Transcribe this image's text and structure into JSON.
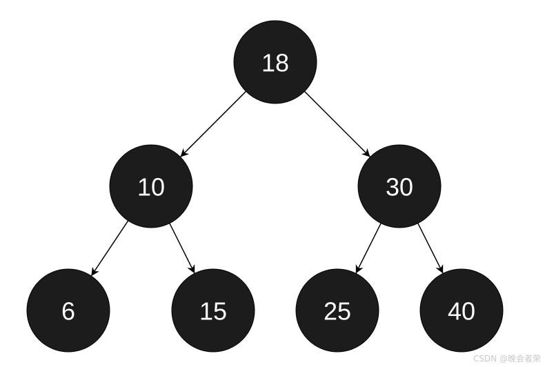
{
  "diagram": {
    "type": "binary-search-tree",
    "node_fill": "#1c1c1c",
    "node_text_color": "#ffffff",
    "edge_color": "#000000",
    "nodes": [
      {
        "id": "n18",
        "label": "18"
      },
      {
        "id": "n10",
        "label": "10"
      },
      {
        "id": "n30",
        "label": "30"
      },
      {
        "id": "n6",
        "label": "6"
      },
      {
        "id": "n15",
        "label": "15"
      },
      {
        "id": "n25",
        "label": "25"
      },
      {
        "id": "n40",
        "label": "40"
      }
    ],
    "edges": [
      {
        "from": "n18",
        "to": "n10"
      },
      {
        "from": "n18",
        "to": "n30"
      },
      {
        "from": "n10",
        "to": "n6"
      },
      {
        "from": "n10",
        "to": "n15"
      },
      {
        "from": "n30",
        "to": "n25"
      },
      {
        "from": "n30",
        "to": "n40"
      }
    ]
  },
  "watermark": {
    "text": "CSDN @晚会者荣"
  }
}
